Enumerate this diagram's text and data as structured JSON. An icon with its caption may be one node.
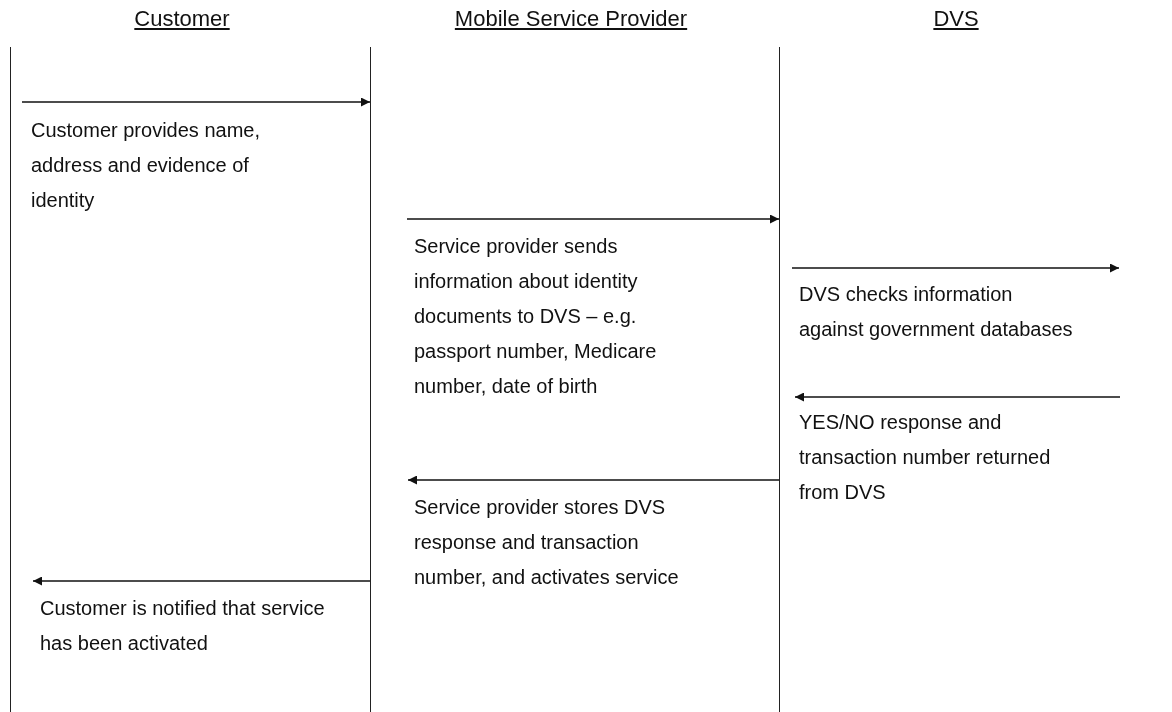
{
  "diagram": {
    "nodes": [
      {
        "text": [
          "Customer"
        ]
      },
      {
        "text": [
          "Mobile Service Provider"
        ]
      },
      {
        "text": [
          "DVS"
        ]
      }
    ],
    "edges": [
      {
        "from": 0,
        "to": 1,
        "arrow": "to",
        "label": "Customer provides name, address and evidence of identity"
      },
      {
        "from": 1,
        "to": 2,
        "arrow": "to",
        "label": "Service provider sends information about identity documents to DVS – e.g. passport number, Medicare number, date of birth"
      },
      {
        "from": 2,
        "to": null,
        "arrow": "to",
        "label": "DVS checks information against government databases"
      },
      {
        "from": null,
        "to": 2,
        "arrow": "to",
        "label": "YES/NO response and transaction number returned from DVS"
      },
      {
        "from": 2,
        "to": 1,
        "arrow": "to",
        "label": "Service provider stores DVS response and transaction number, and activates service"
      },
      {
        "from": 1,
        "to": 0,
        "arrow": "to",
        "label": "Customer is notified that service has been activated"
      }
    ]
  }
}
